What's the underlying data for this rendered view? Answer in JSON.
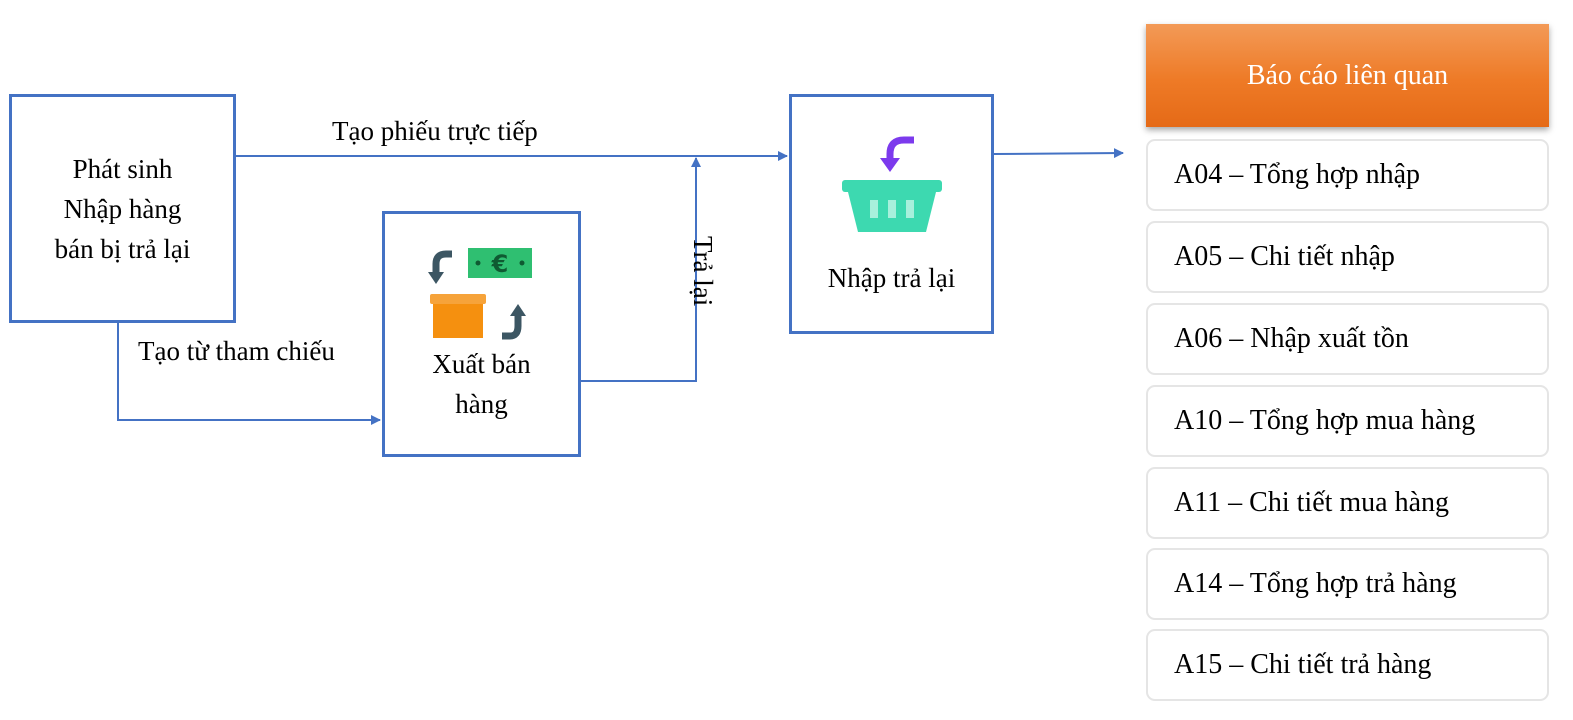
{
  "nodes": {
    "source": {
      "lines": [
        "Phát sinh",
        "Nhập hàng",
        "bán bị trả lại"
      ]
    },
    "sale": {
      "lines": [
        "Xuất bán",
        "hàng"
      ],
      "icon": "sale-return-icon"
    },
    "return": {
      "label": "Nhập trả lại",
      "icon": "return-basket-icon"
    }
  },
  "edges": {
    "direct": "Tạo phiếu trực tiếp",
    "reference": "Tạo từ tham chiếu",
    "return": "Trả lại"
  },
  "reports": {
    "title": "Báo cáo liên quan",
    "items": [
      "A04 – Tổng hợp nhập",
      "A05 – Chi tiết nhập",
      "A06 – Nhập xuất tồn",
      "A10 – Tổng hợp mua hàng",
      "A11 – Chi tiết mua hàng",
      "A14 – Tổng hợp trả hàng",
      "A15 – Chi tiết trả hàng"
    ]
  },
  "colors": {
    "node_border": "#4472c4",
    "connector": "#4472c4",
    "header_orange": "#ee7a26",
    "basket": "#3dd9b0",
    "arrow_purple": "#7c3aed",
    "cash_green": "#2fbf71",
    "box_orange": "#f5900f",
    "arrow_slate": "#3c5663"
  }
}
